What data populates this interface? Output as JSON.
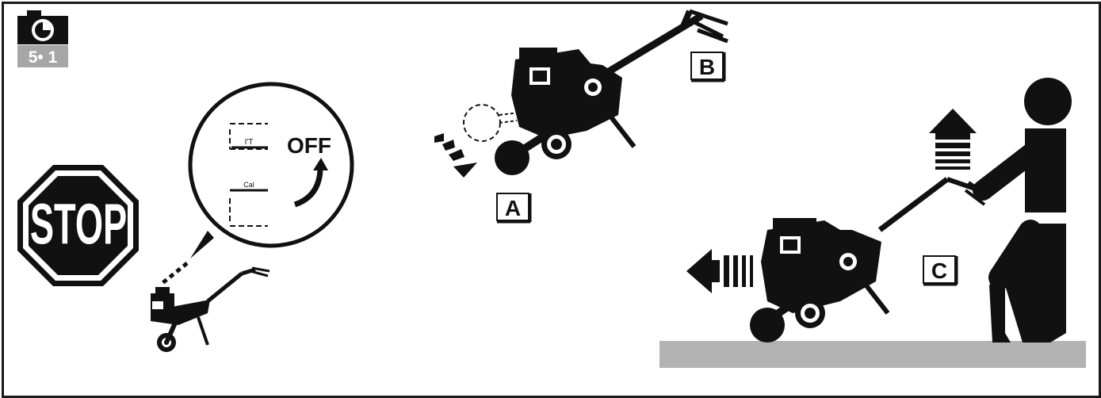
{
  "figure_badge": {
    "icon": "camera-icon",
    "number": "5• 1"
  },
  "stop_sign": {
    "text": "STOP",
    "color": "#1a1a1a"
  },
  "switch_detail": {
    "off_label": "OFF",
    "top_mark": "I'T",
    "bottom_mark": "Cal"
  },
  "step_labels": {
    "a": "A",
    "b": "B",
    "c": "C"
  },
  "colors": {
    "ink": "#111111",
    "ground": "#b3b3b3",
    "badge_grey": "#a6a6a6"
  }
}
